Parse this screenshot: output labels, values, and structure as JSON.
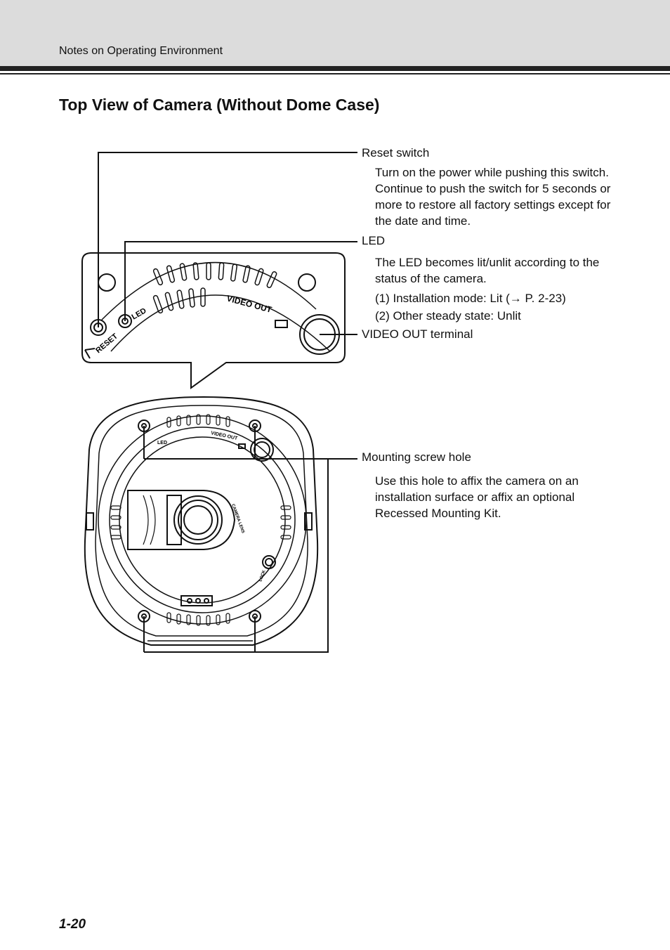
{
  "header": {
    "section": "Notes on Operating Environment"
  },
  "title": "Top View of Camera (Without Dome Case)",
  "callouts": {
    "reset": {
      "label": "Reset switch",
      "desc": "Turn on the power while pushing this switch. Continue to push the switch for 5 seconds or more to restore all factory settings except for the date and time."
    },
    "led": {
      "label": "LED",
      "desc": "The LED becomes lit/unlit according to the status of the camera.",
      "item1": "(1) Installation mode: Lit (→ P. 2-23)",
      "item2": "(2) Other steady state: Unlit"
    },
    "video_out": {
      "label": "VIDEO OUT terminal"
    },
    "mounting": {
      "label": "Mounting screw hole",
      "desc": "Use this hole to affix the camera on an installation surface or affix an optional Recessed Mounting Kit."
    }
  },
  "diagram_labels": {
    "reset": "RESET",
    "led": "LED",
    "video_out": "VIDEO OUT",
    "camera_lens": "CAMERA LENS",
    "lock": "LOCK"
  },
  "footer": {
    "page_number": "1-20"
  }
}
